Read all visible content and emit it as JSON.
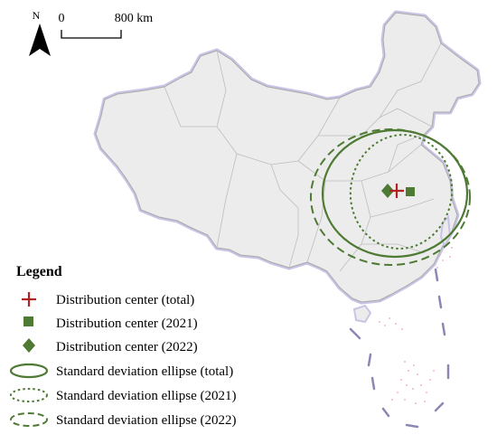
{
  "north_arrow": {
    "label": "N"
  },
  "scale_bar": {
    "start_label": "0",
    "end_label": "800 km"
  },
  "legend": {
    "title": "Legend",
    "items": [
      {
        "symbol": "cross",
        "label": "Distribution center (total)"
      },
      {
        "symbol": "square",
        "label": "Distribution center (2021)"
      },
      {
        "symbol": "diamond",
        "label": "Distribution center (2022)"
      },
      {
        "symbol": "ellipse-solid",
        "label": "Standard deviation ellipse (total)"
      },
      {
        "symbol": "ellipse-dotted",
        "label": "Standard deviation ellipse (2021)"
      },
      {
        "symbol": "ellipse-dashed",
        "label": "Standard deviation ellipse (2022)"
      }
    ]
  },
  "colors": {
    "land": "#ececec",
    "land_border": "#b0b0b0",
    "coast_halo": "#c9c4e6",
    "ellipse_green": "#4e7a33",
    "center_total": "#b22222",
    "center_2021": "#4e7a33",
    "center_2022": "#4e7a33",
    "islands": "#e8a4b8",
    "text": "#000000"
  }
}
